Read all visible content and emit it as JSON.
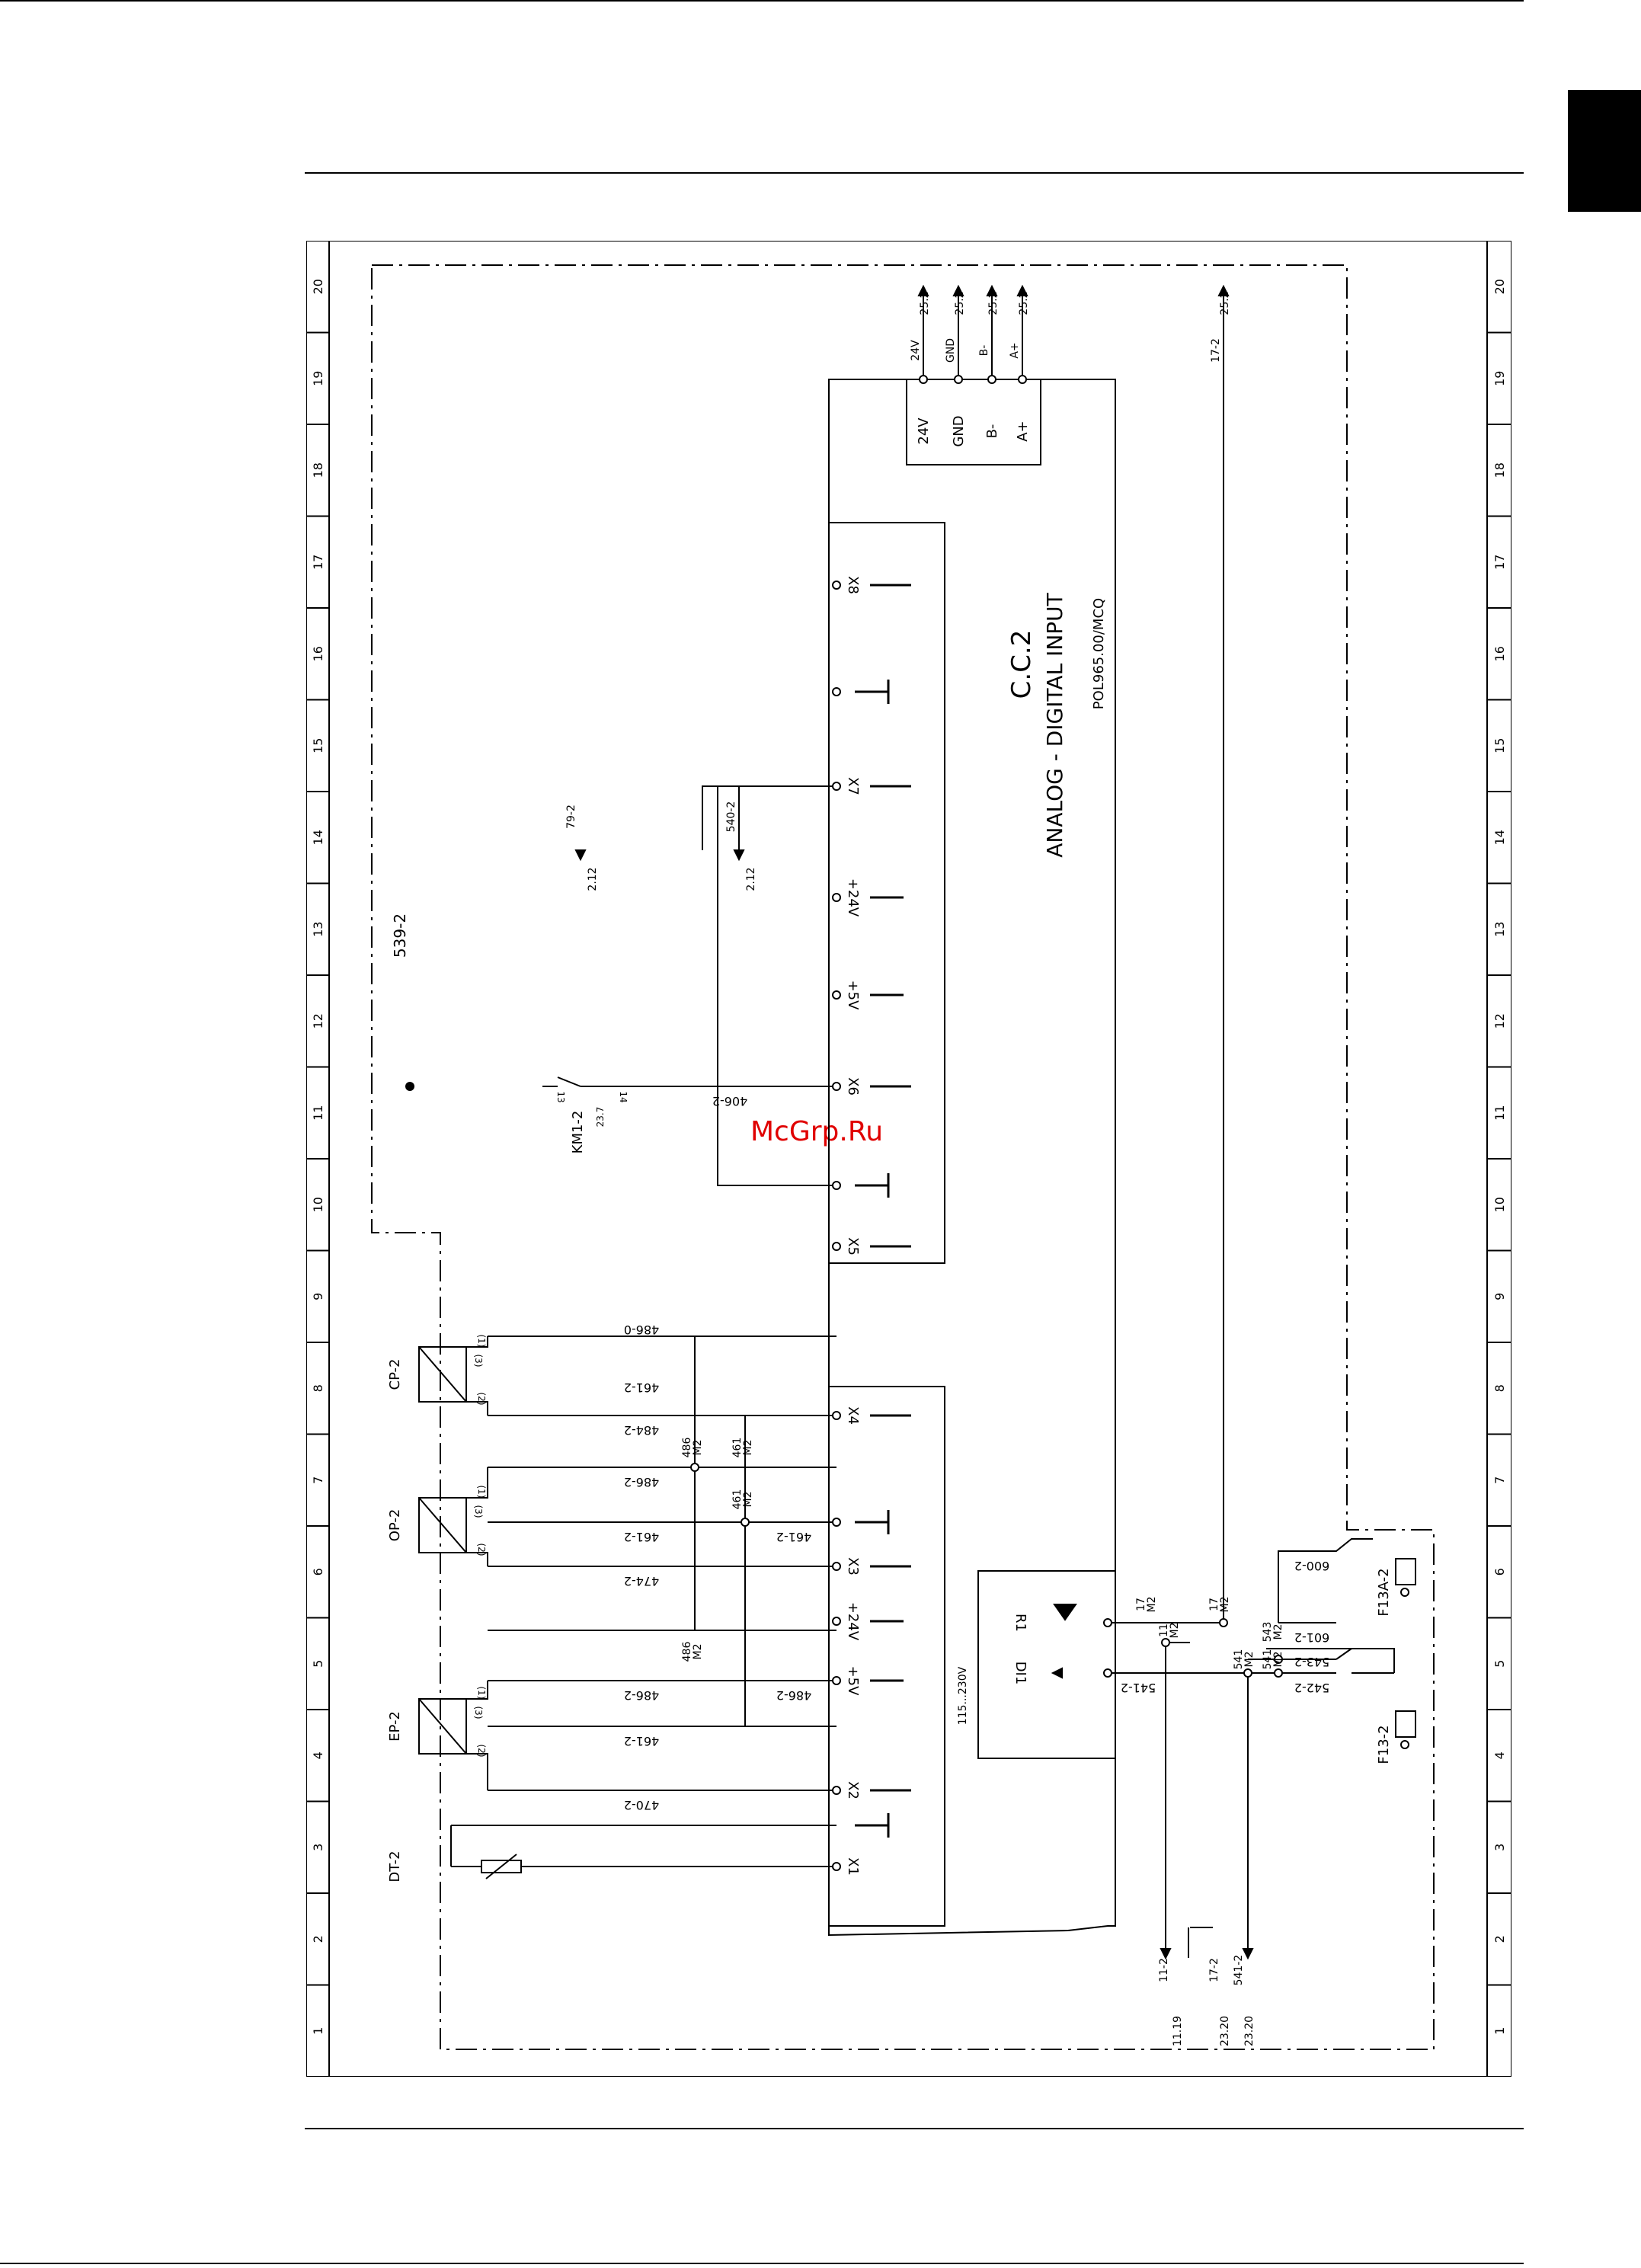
{
  "watermark": "McGrp.Ru",
  "controller": {
    "title": "C.C.2",
    "subtitle": "ANALOG - DIGITAL INPUT",
    "model": "POL965.00/MCQ"
  },
  "grid_numbers": [
    "1",
    "2",
    "3",
    "4",
    "5",
    "6",
    "7",
    "8",
    "9",
    "10",
    "11",
    "12",
    "13",
    "14",
    "15",
    "16",
    "17",
    "18",
    "19",
    "20"
  ],
  "bus_terminal": {
    "pins": [
      "24V",
      "GND",
      "B-",
      "A+"
    ],
    "wire_labels": [
      "24V",
      "GND",
      "B-",
      "A+"
    ],
    "refs": [
      "25.2",
      "25.2",
      "25.2",
      "25.2"
    ]
  },
  "right_ref": {
    "wire": "17-2",
    "ref": "25.2"
  },
  "terminals": [
    "X8",
    "X7",
    "+24V",
    "+5V",
    "X6",
    "X5",
    "X4",
    "X3",
    "+24V",
    "+5V",
    "X2",
    "X1"
  ],
  "relay_outputs": {
    "r1": "R1",
    "di1": "DI1",
    "rating": "115...230V"
  },
  "components": {
    "cp": "CP-2",
    "op": "OP-2",
    "ep": "EP-2",
    "dt": "DT-2",
    "km": "KM1-2",
    "km_ref": "23.7",
    "f13a": "F13A-2",
    "f13": "F13-2"
  },
  "wires": {
    "w539": "539-2",
    "w79": "79-2",
    "w540": "540-2",
    "w406": "406-2",
    "w4860": "486-0",
    "w461": "461-2",
    "w484": "484-2",
    "w486": "486-2",
    "w474": "474-2",
    "w470": "470-2",
    "w541": "541-2",
    "w542": "542-2",
    "w543": "543-2",
    "w601": "601-2",
    "w600": "600-2",
    "w11": "11-2",
    "w17": "17-2"
  },
  "nodes": {
    "n486": "486",
    "n461": "461",
    "m2": "M2",
    "n17": "17",
    "n11": "11",
    "n541": "541",
    "n543": "543"
  },
  "refs": {
    "r212": "2.12",
    "r1119": "11.19",
    "r2320": "23.20"
  },
  "pin_codes": {
    "p1": "(1)",
    "p2": "(2)",
    "p3": "(3)",
    "km_a": "13",
    "km_b": "14"
  }
}
